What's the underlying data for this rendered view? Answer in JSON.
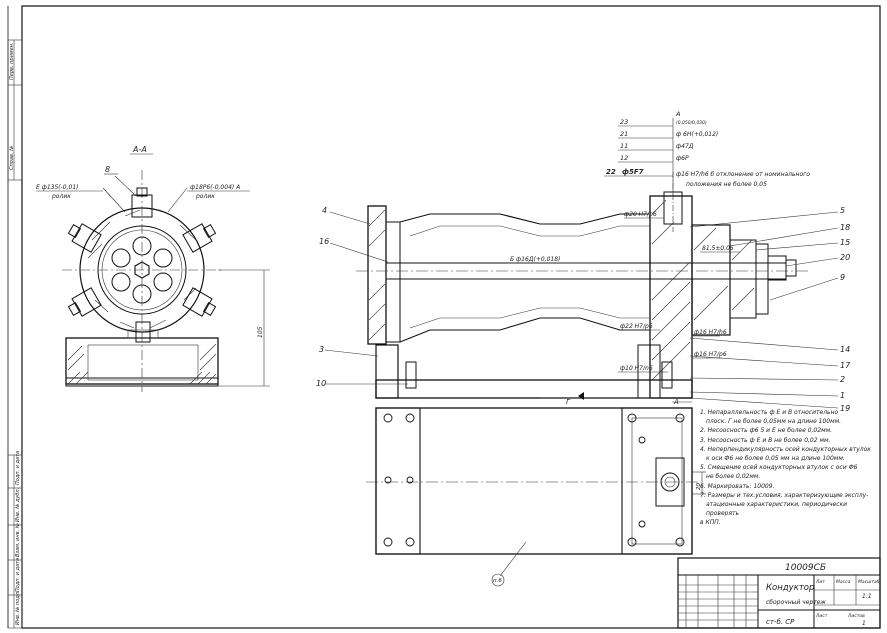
{
  "section_label": "А-А",
  "callouts_left": {
    "item_8": "8",
    "fit_e": "Е ф135(-0,01)",
    "fit_e_sub": "ролик",
    "fit_a": "ф18Р6(-0,004) А",
    "fit_a_sub": "ролик",
    "dim_105": "105"
  },
  "dims_top": {
    "d23": "23",
    "d21": "21",
    "d11": "11",
    "d12": "12",
    "d22": "22",
    "fit_21": "ф 6Н(+0,012)",
    "fit_11": "ф47Д",
    "fit_12": "ф6Р",
    "fit_22": "ф5F7",
    "fit_a_top": "А",
    "fit_a_top_tol": "(0,050/0,030)"
  },
  "notes_top": {
    "line1": "ф16 H7/h6  б отклонение от номинального",
    "line2": "положения не более 0,05"
  },
  "dims_main": {
    "phi20": "ф20 H7/p6",
    "b_axis": "Б  ф16Д(+0,018)",
    "phi81": "81,5±0,05",
    "phi22": "ф22 H7/p6",
    "phi16a": "ф16 H7/h6",
    "phi16b": "ф16 H7/p6",
    "phi10": "ф10 H7/n6",
    "g_label": "Г",
    "a_label": "А",
    "dim_20": "20"
  },
  "item_numbers_left": [
    "4",
    "16",
    "3",
    "10"
  ],
  "item_numbers_right": [
    "5",
    "18",
    "15",
    "20",
    "9",
    "14",
    "17",
    "2",
    "1",
    "19"
  ],
  "bottom_label": "п.6",
  "requirements": [
    "1. Непараллельность ф Е и В относительно",
    "плоск. Г не более 0,05мм на длине 100мм.",
    "2. Несоосность ф6 5 и Е не более 0,02мм.",
    "3. Несоосность ф Е и В не более 0,02 мм.",
    "4. Неперпендикулярность осей кондукторных втулок",
    "к оси Ф6 не более 0,05 мм на длине 100мм.",
    "5. Смещение осей кондукторных втулок с оси Ф6",
    "не более 0,02мм.",
    "6. Маркировать:        10009.",
    "7. Размеры и тех.условия, характеризующие эксплу-",
    "атационные характеристики, периодически проверять",
    "в КПП."
  ],
  "title_block": {
    "doc_number": "10009СБ",
    "name": "Кондуктор",
    "subname": "сборочный чертеж",
    "org": "ст-б. СР",
    "sheet_label": "Лит",
    "mass_label": "Масса",
    "scale_label": "Масштаб",
    "scale": "1:1",
    "sheet": "Лист",
    "sheets": "Листов",
    "sheets_value": "1"
  },
  "side_strip": {
    "top_labels": [
      "Перв. примен.",
      "Справ. №"
    ],
    "bottom_labels": [
      "Инв. № подл.",
      "Подп. и дата",
      "Взам. инв. №",
      "Инв. № дубл.",
      "Подп. и дата"
    ]
  }
}
